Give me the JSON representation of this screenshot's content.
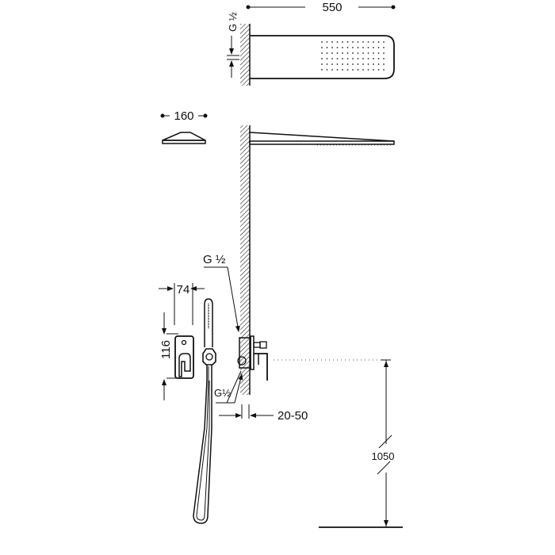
{
  "drawing": {
    "type": "technical-installation-drawing",
    "subject": "concealed shower set with rain head, mixer and hand shower",
    "colors": {
      "line": "#111111",
      "background": "#ffffff"
    }
  },
  "dimensions": {
    "shower_head_length": "550",
    "shower_head_connection": "G ½",
    "shower_head_depth": "160",
    "mixer_inlet_top": "G ½",
    "mixer_inlet_bottom": "G½",
    "plate_width": "74",
    "plate_height": "116",
    "wall_recess": "20-50",
    "mixer_height": "1050"
  }
}
